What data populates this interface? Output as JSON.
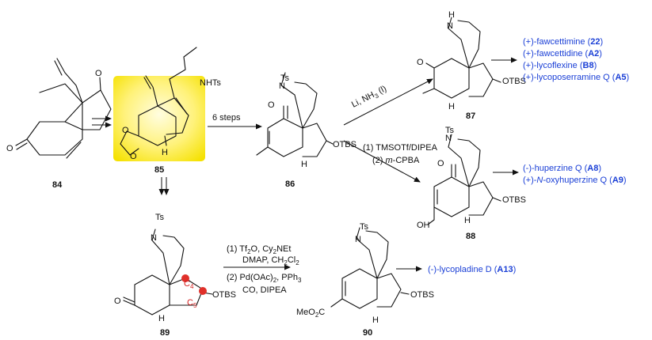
{
  "compounds": {
    "c84": "84",
    "c85": "85",
    "c86": "86",
    "c87": "87",
    "c88": "88",
    "c89": "89",
    "c90": "90"
  },
  "atoms": {
    "nhts": "NHTs",
    "ts": "Ts",
    "n": "N",
    "h": "H",
    "nh": "H",
    "o": "O",
    "otbs": "OTBS",
    "oh": "OH",
    "meo2c": "MeO",
    "meo2c_sub": "2",
    "meo2c_c": "C",
    "c4": "C",
    "c4_sub": "4",
    "c5": "C",
    "c5_sub": "5"
  },
  "conditions": {
    "six_steps": "6 steps",
    "li_nh3": "Li, NH",
    "li_nh3_sub": "3",
    "li_nh3_tail": " (l)",
    "tmsotf": "(1) TMSOTf/DIPEA",
    "mcpba_prefix": "(2) ",
    "mcpba_m": "m",
    "mcpba_rest": "-CPBA",
    "tf2o": "(1) Tf",
    "tf2o_sub": "2",
    "tf2o_rest": "O, Cy",
    "tf2o_sub2": "2",
    "tf2o_rest2": "NEt",
    "dmap": "DMAP, CH",
    "dmap_sub": "2",
    "dmap_rest": "Cl",
    "dmap_sub2": "2",
    "pd": "(2) Pd(OAc)",
    "pd_sub": "2",
    "pd_rest": ", PPh",
    "pd_sub2": "3",
    "co": "CO, DIPEA"
  },
  "products_87": [
    {
      "pre": "(+)-fawcettimine (",
      "num": "22",
      "post": ")"
    },
    {
      "pre": "(+)-fawcettidine (",
      "num": "A2",
      "post": ")"
    },
    {
      "pre": "(+)-lycoflexine (",
      "num": "B8",
      "post": ")"
    },
    {
      "pre": "(+)-lycoposerramine Q (",
      "num": "A5",
      "post": ")"
    }
  ],
  "products_88": [
    {
      "pre": "(-)-huperzine Q (",
      "num": "A8",
      "post": ")"
    },
    {
      "pre": "(+)-",
      "ital": "N",
      "mid": "-oxyhuperzine Q (",
      "num": "A9",
      "post": ")"
    }
  ],
  "products_90": [
    {
      "pre": "(-)-lycopladine D (",
      "num": "A13",
      "post": ")"
    }
  ],
  "colors": {
    "highlight_center": "#fff9b0",
    "highlight_edge": "#f2e000",
    "product_text": "#1a3fd6",
    "marker_red": "#e0302a"
  }
}
